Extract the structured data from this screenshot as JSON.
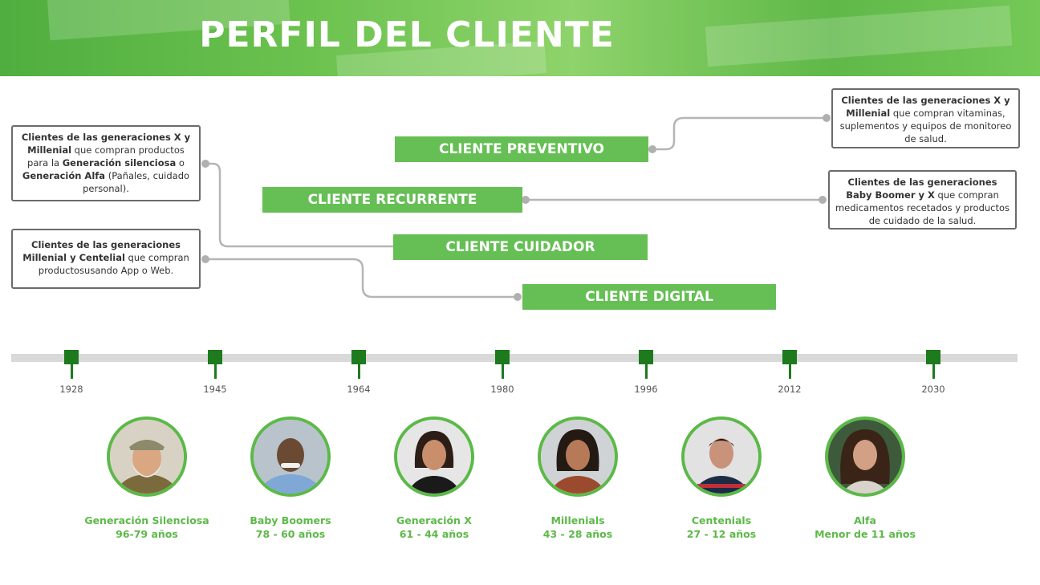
{
  "title": "PERFIL DEL CLIENTE",
  "clients": {
    "preventivo": "CLIENTE PREVENTIVO",
    "recurrente": "CLIENTE RECURRENTE",
    "cuidador": "CLIENTE CUIDADOR",
    "digital": "CLIENTE DIGITAL"
  },
  "descriptions": {
    "preventivo": {
      "bold": "Clientes de las generaciones X y Millenial",
      "rest": " que compran vitaminas, suplementos y equipos de monitoreo de salud."
    },
    "recurrente": {
      "bold": "Clientes de las generaciones Baby Boomer y X",
      "rest": " que compran medicamentos recetados y productos de cuidado de la salud."
    },
    "cuidador": {
      "bold1": "Clientes de las generaciones X  y Millenial",
      "mid1": " que compran productos para la ",
      "bold2": "Generación silenciosa",
      "mid2": " o ",
      "bold3": "Generación Alfa",
      "rest": " (Pañales, cuidado personal)."
    },
    "digital": {
      "bold": "Clientes de las generaciones Millenial  y Centelial",
      "rest": " que compran productosusando App o Web."
    }
  },
  "timeline": {
    "years": [
      "1928",
      "1945",
      "1964",
      "1980",
      "1996",
      "2012",
      "2030"
    ]
  },
  "generations": [
    {
      "name": "Generación Silenciosa",
      "age": "96-79 años"
    },
    {
      "name": "Baby Boomers",
      "age": "78 - 60 años"
    },
    {
      "name": "Generación X",
      "age": "61 - 44 años"
    },
    {
      "name": "Millenials",
      "age": "43 - 28 años"
    },
    {
      "name": "Centenials",
      "age": "27 - 12 años"
    },
    {
      "name": "Alfa",
      "age": "Menor de 11 años"
    }
  ],
  "colors": {
    "accent": "#66bf55",
    "marker": "#1d7a1d",
    "axis": "#d9d9d9",
    "border": "#6b6b6b"
  }
}
